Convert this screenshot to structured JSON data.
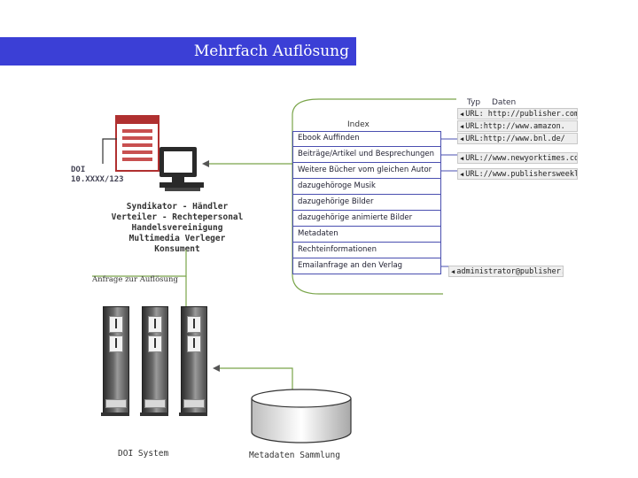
{
  "title": "Mehrfach Auflösung",
  "doi": {
    "label": "DOI",
    "value": "10.XXXX/123"
  },
  "roles": [
    "Syndikator - Händler",
    "Verteiler - Rechtepersonal",
    "Handelsvereinigung",
    "Multimedia Verleger",
    "Konsument"
  ],
  "request_label": "Anfrage zur Auflösung",
  "index": {
    "header": "Index",
    "items": [
      "Ebook Auffinden",
      "Beiträge/Artikel und Besprechungen",
      "Weitere Bücher vom gleichen Autor",
      "dazugehöroge Musik",
      "dazugehörige Bilder",
      "dazugehörige animierte Bilder",
      "Metadaten",
      "Rechteinformationen",
      "Emailanfrage an den Verlag"
    ]
  },
  "data_columns": {
    "typ": "Typ",
    "daten": "Daten"
  },
  "urls": [
    "URL: http://publisher.com",
    "URL:http://www.amazon.",
    "URL:http://www.bnl.de/",
    "URL://www.newyorktimes.com",
    "URL://www.publishersweekly."
  ],
  "email": "administrator@publisher.com",
  "doi_system_label": "DOI System",
  "metadata_label": "Metadaten Sammlung",
  "colors": {
    "title_bar": "#3b3fd6",
    "index_border": "#4a4fb0",
    "doc_icon": "#b03030",
    "lines": "#7aa54a"
  }
}
